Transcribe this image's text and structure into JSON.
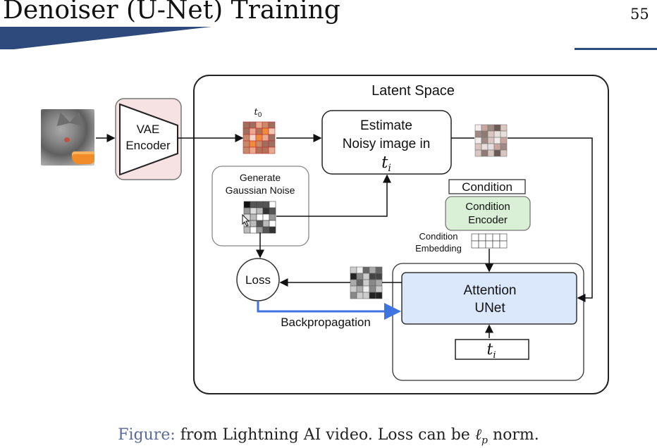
{
  "slide": {
    "title": "Denoiser (U-Net) Training",
    "page_number": "55"
  },
  "diagram": {
    "latent_space_label": "Latent Space",
    "vae_encoder_label_line1": "VAE",
    "vae_encoder_label_line2": "Encoder",
    "t0_label": "t",
    "t0_sub": "0",
    "estimate_line1": "Estimate",
    "estimate_line2": "Noisy image in",
    "estimate_line3": "t",
    "estimate_line3_sub": "i",
    "noise_line1": "Generate",
    "noise_line2": "Gaussian Noise",
    "condition_label": "Condition",
    "condition_encoder_line1": "Condition",
    "condition_encoder_line2": "Encoder",
    "condition_embedding_line1": "Condition",
    "condition_embedding_line2": "Embedding",
    "loss_label": "Loss",
    "backprop_label": "Backpropagation",
    "unet_line1": "Attention",
    "unet_line2": "UNet",
    "timestep_label": "t",
    "timestep_sub": "i"
  },
  "colors": {
    "slide_bar": "#2e4a7d",
    "vae_fill": "#f6e2e2",
    "condition_encoder_fill": "#d9efd6",
    "unet_fill": "#dbe7fb",
    "backprop_arrow": "#3f73e0",
    "figure_label": "#5a6b9a"
  },
  "caption": {
    "label": "Figure:",
    "text": "from Lightning AI video. Loss can be ",
    "math": "ℓ",
    "math_sub": "p",
    "tail": " norm."
  }
}
